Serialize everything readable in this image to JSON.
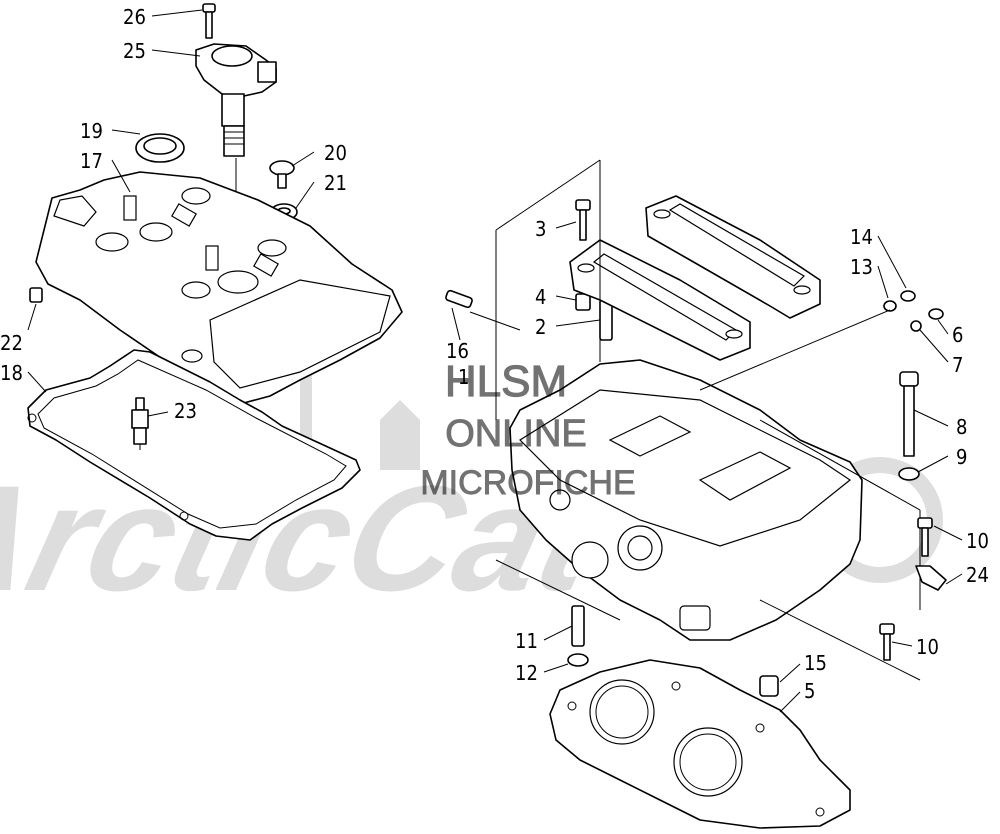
{
  "callouts": [
    {
      "id": "26",
      "label": "26"
    },
    {
      "id": "25",
      "label": "25"
    },
    {
      "id": "19",
      "label": "19"
    },
    {
      "id": "17",
      "label": "17"
    },
    {
      "id": "20",
      "label": "20"
    },
    {
      "id": "21",
      "label": "21"
    },
    {
      "id": "22",
      "label": "22"
    },
    {
      "id": "18",
      "label": "18"
    },
    {
      "id": "23",
      "label": "23"
    },
    {
      "id": "16",
      "label": "16"
    },
    {
      "id": "3",
      "label": "3"
    },
    {
      "id": "4",
      "label": "4"
    },
    {
      "id": "2",
      "label": "2"
    },
    {
      "id": "14",
      "label": "14"
    },
    {
      "id": "13",
      "label": "13"
    },
    {
      "id": "6",
      "label": "6"
    },
    {
      "id": "7",
      "label": "7"
    },
    {
      "id": "8",
      "label": "8"
    },
    {
      "id": "9",
      "label": "9"
    },
    {
      "id": "10a",
      "label": "10"
    },
    {
      "id": "24",
      "label": "24"
    },
    {
      "id": "10b",
      "label": "10"
    },
    {
      "id": "11",
      "label": "11"
    },
    {
      "id": "12",
      "label": "12"
    },
    {
      "id": "15",
      "label": "15"
    },
    {
      "id": "5",
      "label": "5"
    },
    {
      "id": "1",
      "label": "1"
    }
  ],
  "watermark": {
    "line1": "HLSM",
    "line2": "ONLINE",
    "line3": "MICROFICHE",
    "brand": "ArcticCat"
  }
}
